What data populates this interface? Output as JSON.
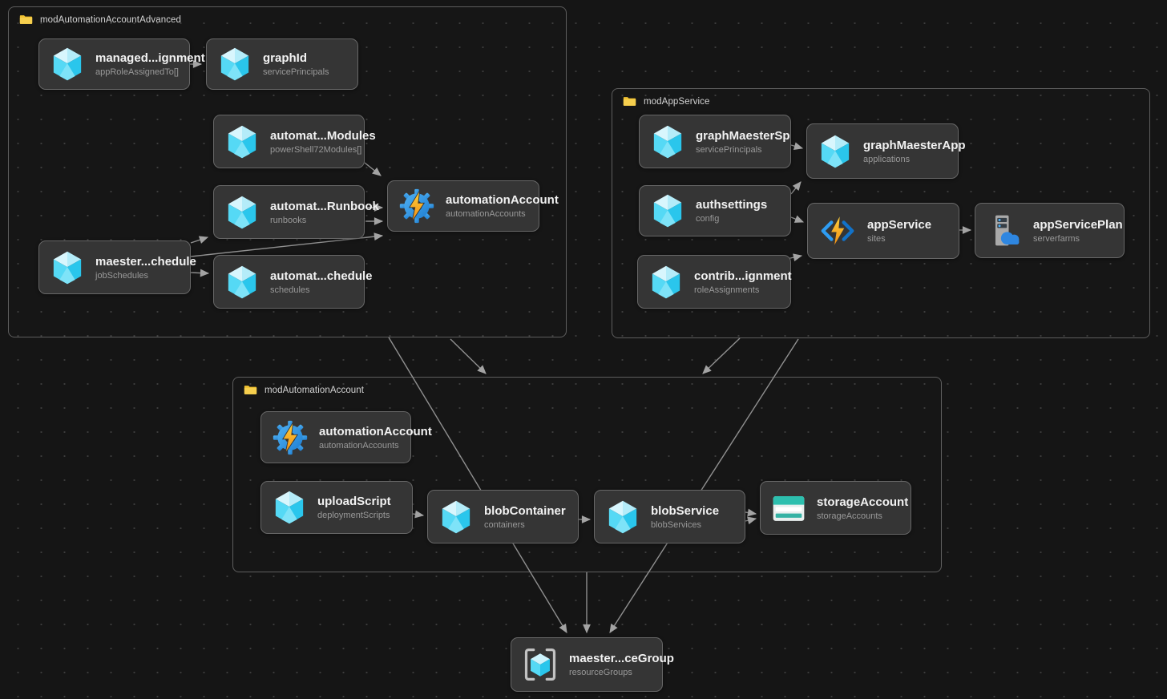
{
  "modules": {
    "advanced": {
      "label": "modAutomationAccountAdvanced"
    },
    "appservice": {
      "label": "modAppService"
    },
    "automation": {
      "label": "modAutomationAccount"
    }
  },
  "nodes": {
    "managedAssignment": {
      "title": "managed...ignment",
      "subtitle": "appRoleAssignedTo[]",
      "icon": "bicep-cube-icon"
    },
    "graphId": {
      "title": "graphId",
      "subtitle": "servicePrincipals",
      "icon": "bicep-cube-icon"
    },
    "automationModules": {
      "title": "automat...Modules",
      "subtitle": "powerShell72Modules[]",
      "icon": "bicep-cube-icon"
    },
    "automationRunbook": {
      "title": "automat...Runbook",
      "subtitle": "runbooks",
      "icon": "bicep-cube-icon"
    },
    "maesterSchedule": {
      "title": "maester...chedule",
      "subtitle": "jobSchedules",
      "icon": "bicep-cube-icon"
    },
    "automationSchedule": {
      "title": "automat...chedule",
      "subtitle": "schedules",
      "icon": "bicep-cube-icon"
    },
    "automationAccountAdv": {
      "title": "automationAccount",
      "subtitle": "automationAccounts",
      "icon": "automation-gear-icon"
    },
    "graphMaesterSp": {
      "title": "graphMaesterSp",
      "subtitle": "servicePrincipals",
      "icon": "bicep-cube-icon"
    },
    "graphMaesterApp": {
      "title": "graphMaesterApp",
      "subtitle": "applications",
      "icon": "bicep-cube-icon"
    },
    "authsettings": {
      "title": "authsettings",
      "subtitle": "config",
      "icon": "bicep-cube-icon"
    },
    "appService": {
      "title": "appService",
      "subtitle": "sites",
      "icon": "app-service-icon"
    },
    "appServicePlan": {
      "title": "appServicePlan",
      "subtitle": "serverfarms",
      "icon": "app-service-plan-icon"
    },
    "contribAssignment": {
      "title": "contrib...ignment",
      "subtitle": "roleAssignments",
      "icon": "bicep-cube-icon"
    },
    "automationAccount": {
      "title": "automationAccount",
      "subtitle": "automationAccounts",
      "icon": "automation-gear-icon"
    },
    "uploadScript": {
      "title": "uploadScript",
      "subtitle": "deploymentScripts",
      "icon": "bicep-cube-icon"
    },
    "blobContainer": {
      "title": "blobContainer",
      "subtitle": "containers",
      "icon": "bicep-cube-icon"
    },
    "blobService": {
      "title": "blobService",
      "subtitle": "blobServices",
      "icon": "bicep-cube-icon"
    },
    "storageAccount": {
      "title": "storageAccount",
      "subtitle": "storageAccounts",
      "icon": "storage-account-icon"
    },
    "maesterResourceGroup": {
      "title": "maester...ceGroup",
      "subtitle": "resourceGroups",
      "icon": "resource-group-icon"
    }
  },
  "edges": [
    {
      "from": "managed...ignment",
      "to": "graphId"
    },
    {
      "from": "automat...Modules",
      "to": "automationAccount"
    },
    {
      "from": "automat...Runbook",
      "to": "automationAccount"
    },
    {
      "from": "automat...Runbook",
      "to": "automationAccount"
    },
    {
      "from": "maester...chedule",
      "to": "automat...Runbook"
    },
    {
      "from": "maester...chedule",
      "to": "automationAccount"
    },
    {
      "from": "maester...chedule",
      "to": "automat...chedule"
    },
    {
      "from": "graphMaesterSp",
      "to": "graphMaesterApp"
    },
    {
      "from": "authsettings",
      "to": "graphMaesterApp"
    },
    {
      "from": "authsettings",
      "to": "appService"
    },
    {
      "from": "contrib...ignment",
      "to": "appService"
    },
    {
      "from": "appService",
      "to": "appServicePlan"
    },
    {
      "from": "uploadScript",
      "to": "blobContainer"
    },
    {
      "from": "blobContainer",
      "to": "blobService"
    },
    {
      "from": "blobService",
      "to": "storageAccount"
    },
    {
      "from": "blobService",
      "to": "storageAccount"
    },
    {
      "from": "modAutomationAccountAdvanced",
      "to": "modAutomationAccount"
    },
    {
      "from": "modAutomationAccountAdvanced",
      "to": "maester...ceGroup"
    },
    {
      "from": "modAppService",
      "to": "modAutomationAccount"
    },
    {
      "from": "modAppService",
      "to": "maester...ceGroup"
    },
    {
      "from": "modAutomationAccount",
      "to": "maester...ceGroup"
    }
  ],
  "colors": {
    "background": "#151515",
    "node_fill": "#353535",
    "node_border": "#676767",
    "module_border": "#5e5e5e",
    "edge": "#9a9a9a",
    "folder_yellow": "#f0c232",
    "cube_blue": "#2ac6ec",
    "gear_blue": "#2f93e8",
    "lightning_yellow": "#ffc832",
    "storage_teal": "#2dbfae",
    "cloud_blue": "#2e86e0",
    "title_text": "#f2f2f2",
    "subtitle_text": "#999999"
  }
}
